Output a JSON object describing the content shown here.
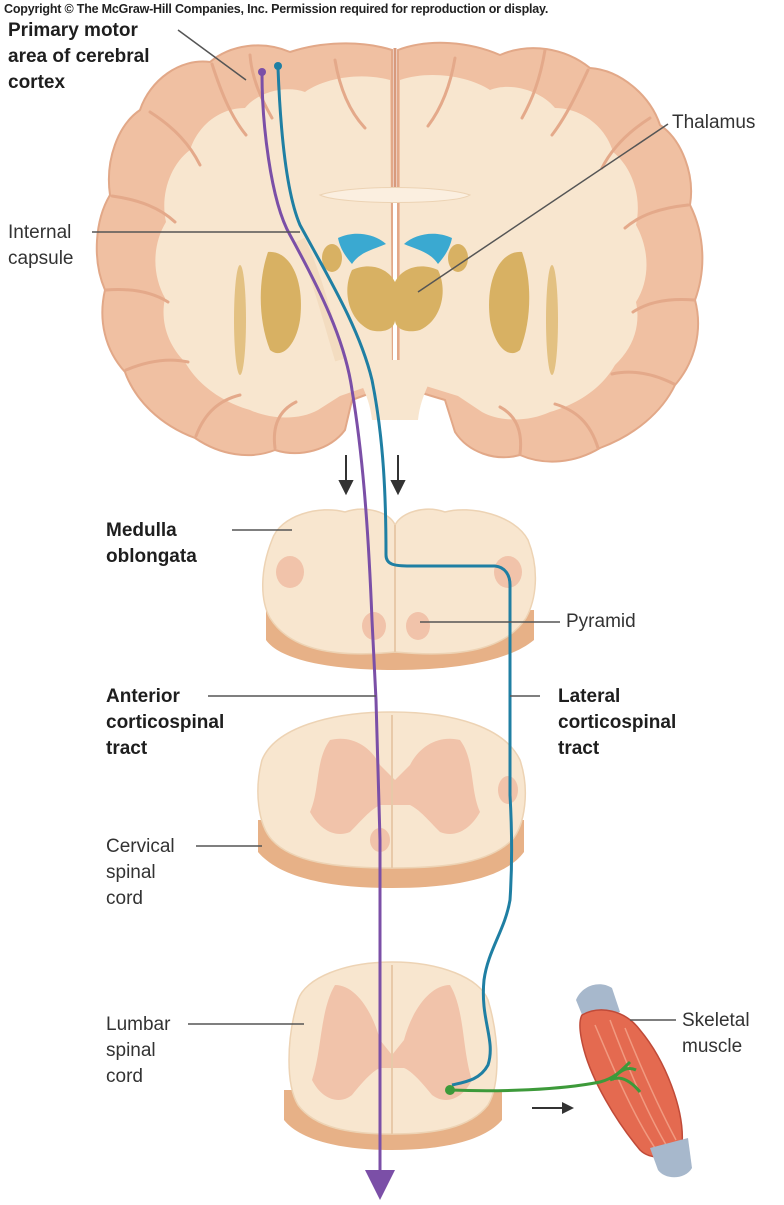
{
  "copyright": "Copyright © The McGraw-Hill Companies, Inc. Permission required for reproduction or display.",
  "labels": {
    "primary_motor": [
      "Primary motor",
      "area of cerebral",
      "cortex"
    ],
    "thalamus": "Thalamus",
    "internal_capsule": [
      "Internal",
      "capsule"
    ],
    "medulla": [
      "Medulla",
      "oblongata"
    ],
    "pyramid": "Pyramid",
    "anterior_tract": [
      "Anterior",
      "corticospinal",
      "tract"
    ],
    "lateral_tract": [
      "Lateral",
      "corticospinal",
      "tract"
    ],
    "cervical": [
      "Cervical",
      "spinal",
      "cord"
    ],
    "lumbar": [
      "Lumbar",
      "spinal",
      "cord"
    ],
    "skeletal_muscle": [
      "Skeletal",
      "muscle"
    ]
  },
  "colors": {
    "tissue": "#f6dcc0",
    "cortex_gray": "#f0c0a2",
    "cortex_edge": "#e2a888",
    "nuclei": "#d8b163",
    "ventricle": "#3aa9d1",
    "spinal_gray": "#f1c3aa",
    "slab_edge": "#e7b187",
    "anterior_tract": "#7b4fa7",
    "lateral_tract": "#1f7fa3",
    "motor_neuron": "#3d9a3a",
    "muscle": "#e46a50",
    "tendon": "#a7b8cc"
  }
}
